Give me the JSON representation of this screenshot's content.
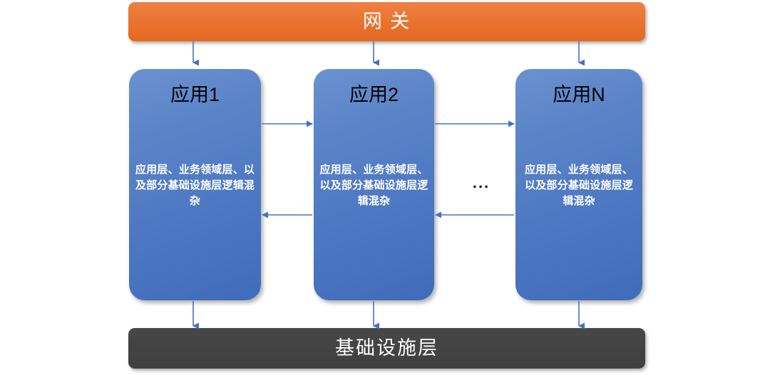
{
  "diagram": {
    "title_top": "网 关",
    "title_bottom": "基础设施层",
    "ellipsis": "...",
    "colors": {
      "gateway_orange": "#E8712E",
      "app_blue": "#4F79C3",
      "infrastructure_gray": "#434343",
      "arrow_blue": "#4472C4",
      "title_text": "#000000",
      "body_text": "#FFFFFF"
    },
    "apps": [
      {
        "title": "应用1",
        "description": "应用层、业务领域层、以及部分基础设施层逻辑混杂"
      },
      {
        "title": "应用2",
        "description": "应用层、业务领域层、以及部分基础设施层逻辑混杂"
      },
      {
        "title": "应用N",
        "description": "应用层、业务领域层、以及部分基础设施层逻辑混杂"
      }
    ]
  }
}
